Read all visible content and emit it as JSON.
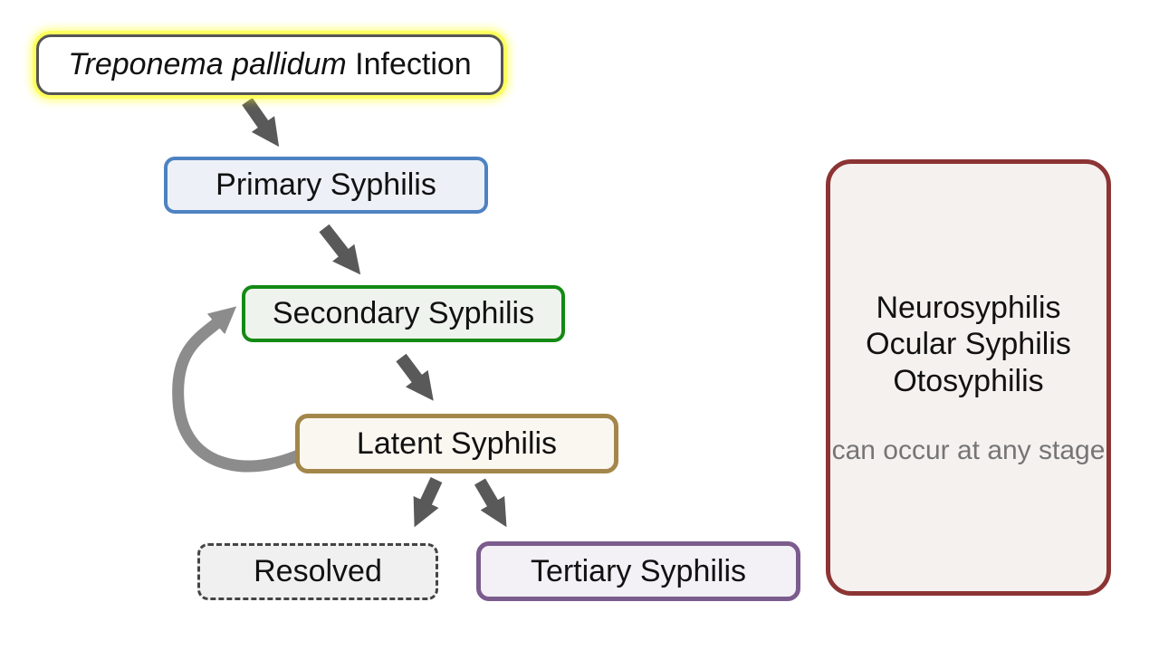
{
  "flow": {
    "infection": {
      "species": "Treponema pallidum",
      "rest": " Infection",
      "border_color": "#555555",
      "glow_color": "#fdff5e",
      "bg": "#ffffff"
    },
    "stages": [
      {
        "id": "primary",
        "label": "Primary Syphilis",
        "border_color": "#4e82c2",
        "bg": "#edf1f7",
        "border_style": "solid"
      },
      {
        "id": "secondary",
        "label": "Secondary Syphilis",
        "border_color": "#148a14",
        "bg": "#eef4ed",
        "border_style": "solid"
      },
      {
        "id": "latent",
        "label": "Latent Syphilis",
        "border_color": "#a3874a",
        "bg": "#faf7f0",
        "border_style": "solid"
      },
      {
        "id": "resolved",
        "label": "Resolved",
        "border_color": "#444444",
        "bg": "#f0f0f0",
        "border_style": "dashed"
      },
      {
        "id": "tertiary",
        "label": "Tertiary Syphilis",
        "border_color": "#7b5c8d",
        "bg": "#f3f0f6",
        "border_style": "solid"
      }
    ],
    "side_panel": {
      "lines": [
        "Neurosyphilis",
        "Ocular Syphilis",
        "Otosyphilis"
      ],
      "lines_joined": "Neurosyphilis\nOcular Syphilis\nOtosyphilis",
      "note": "can occur at any stage",
      "border_color": "#8c3434",
      "bg": "#f5f1ef",
      "text_color": "#111111",
      "note_color": "#757575"
    },
    "arrows": {
      "color": "#595959",
      "relapse_color": "#8c8c8c"
    }
  }
}
